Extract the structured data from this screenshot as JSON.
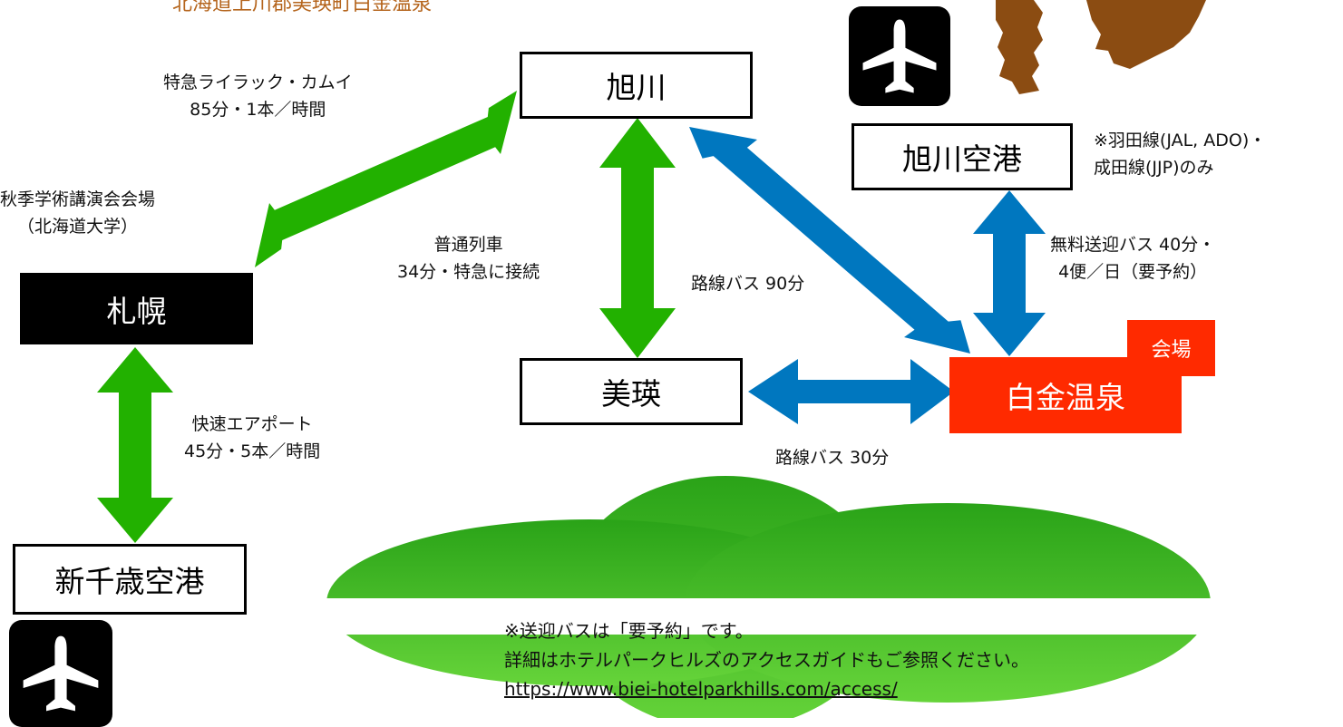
{
  "title": "北海道上川郡美瑛町白金温泉",
  "colors": {
    "green_arrow": "#22b100",
    "blue_arrow": "#0077bf",
    "venue_red": "#ff2a00",
    "hill_green": "#3cb01e",
    "map_brown": "#8b4c12"
  },
  "icons": [
    "airplane-icon",
    "airplane-icon"
  ],
  "nodes": {
    "asahikawa": "旭川",
    "asahikawa_airport": "旭川空港",
    "sapporo": "札幌",
    "new_chitose": "新千歳空港",
    "biei": "美瑛",
    "shirogane": "白金温泉",
    "venue_badge": "会場"
  },
  "labels": {
    "lilac_kamui": [
      "特急ライラック・カムイ",
      "85分・1本／時間"
    ],
    "conference": [
      "秋季学術講演会会場",
      "（北海道大学）"
    ],
    "local_train": [
      "普通列車",
      "34分・特急に接続"
    ],
    "bus_90": "路線バス 90分",
    "airport_note": [
      "※羽田線(JAL, ADO)・",
      "成田線(JJP)のみ"
    ],
    "shuttle": [
      "無料送迎バス 40分・",
      "4便／日（要予約）"
    ],
    "rapid_airport": [
      "快速エアポート",
      "45分・5本／時間"
    ],
    "bus_30": "路線バス 30分"
  },
  "footer": {
    "line1": "※送迎バスは「要予約」です。",
    "line2": "詳細はホテルパークヒルズのアクセスガイドもご参照ください。",
    "url": "https://www.biei-hotelparkhills.com/access/"
  }
}
